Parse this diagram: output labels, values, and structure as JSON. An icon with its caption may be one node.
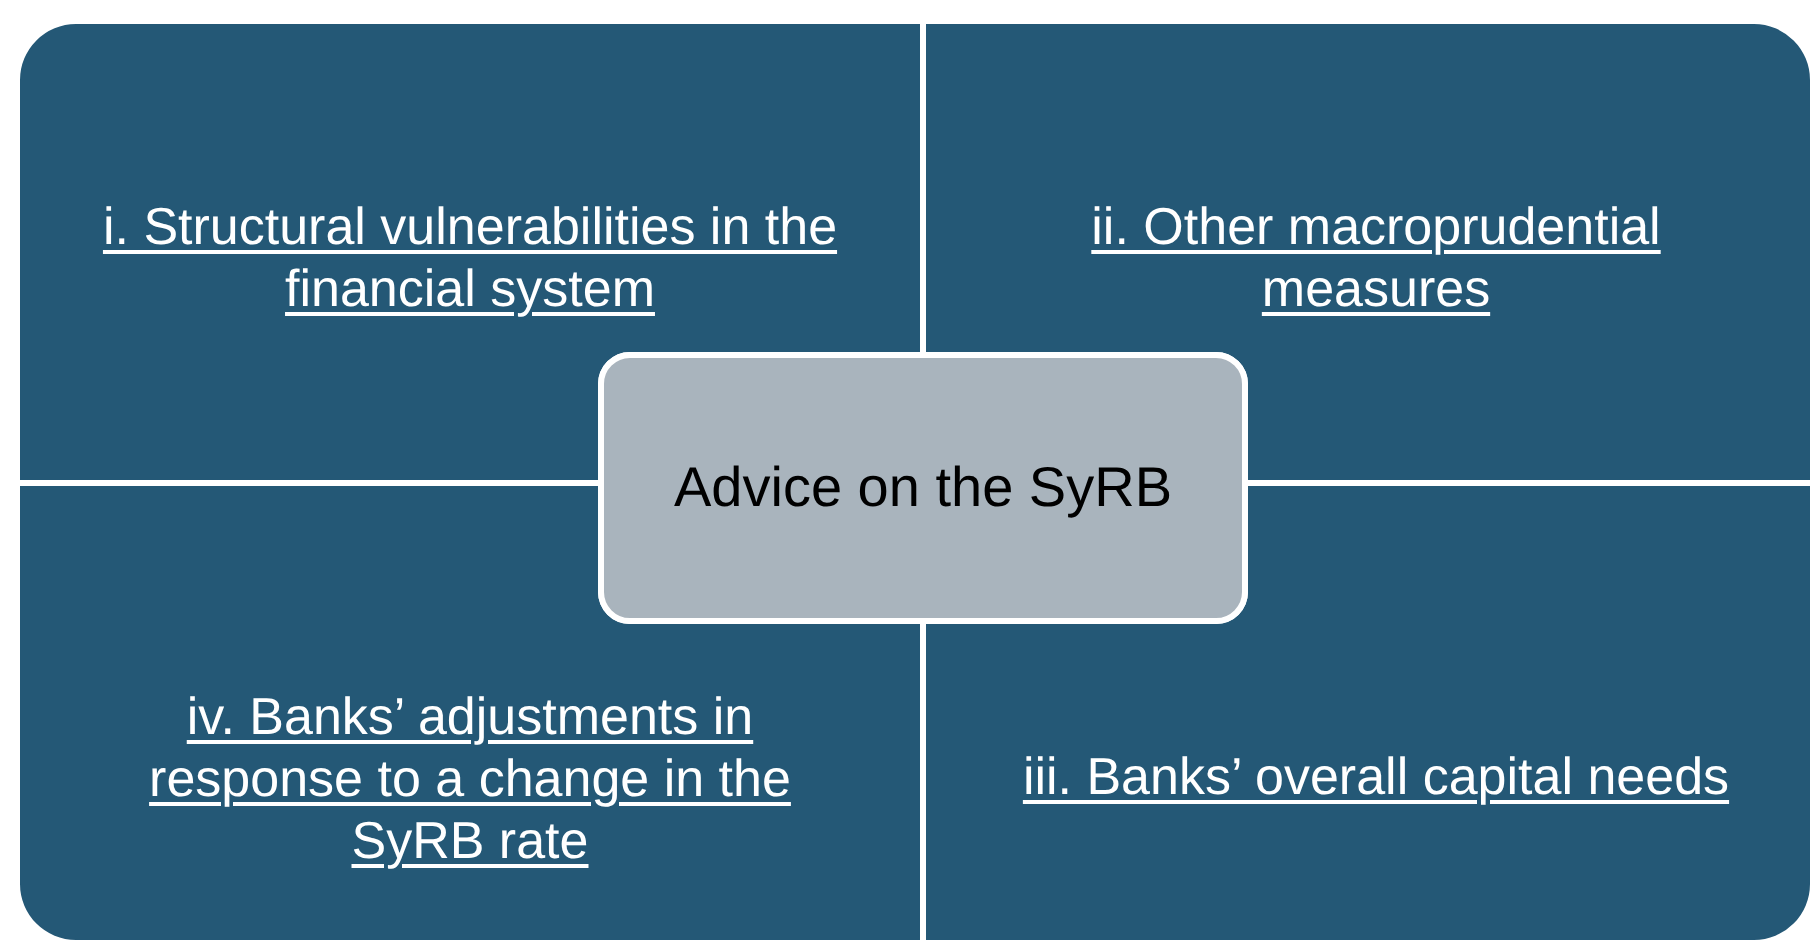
{
  "diagram": {
    "nodes": [
      {
        "text": [
          "i. Structural vulnerabilities in the financial system"
        ]
      },
      {
        "text": [
          "ii. Other macroprudential measures"
        ]
      },
      {
        "text": [
          "Advice on the SyRB"
        ]
      },
      {
        "text": [
          "iv. Banks’ adjustments in response to a change in the SyRB rate"
        ]
      },
      {
        "text": [
          "iii. Banks’ overall capital needs"
        ]
      }
    ]
  }
}
